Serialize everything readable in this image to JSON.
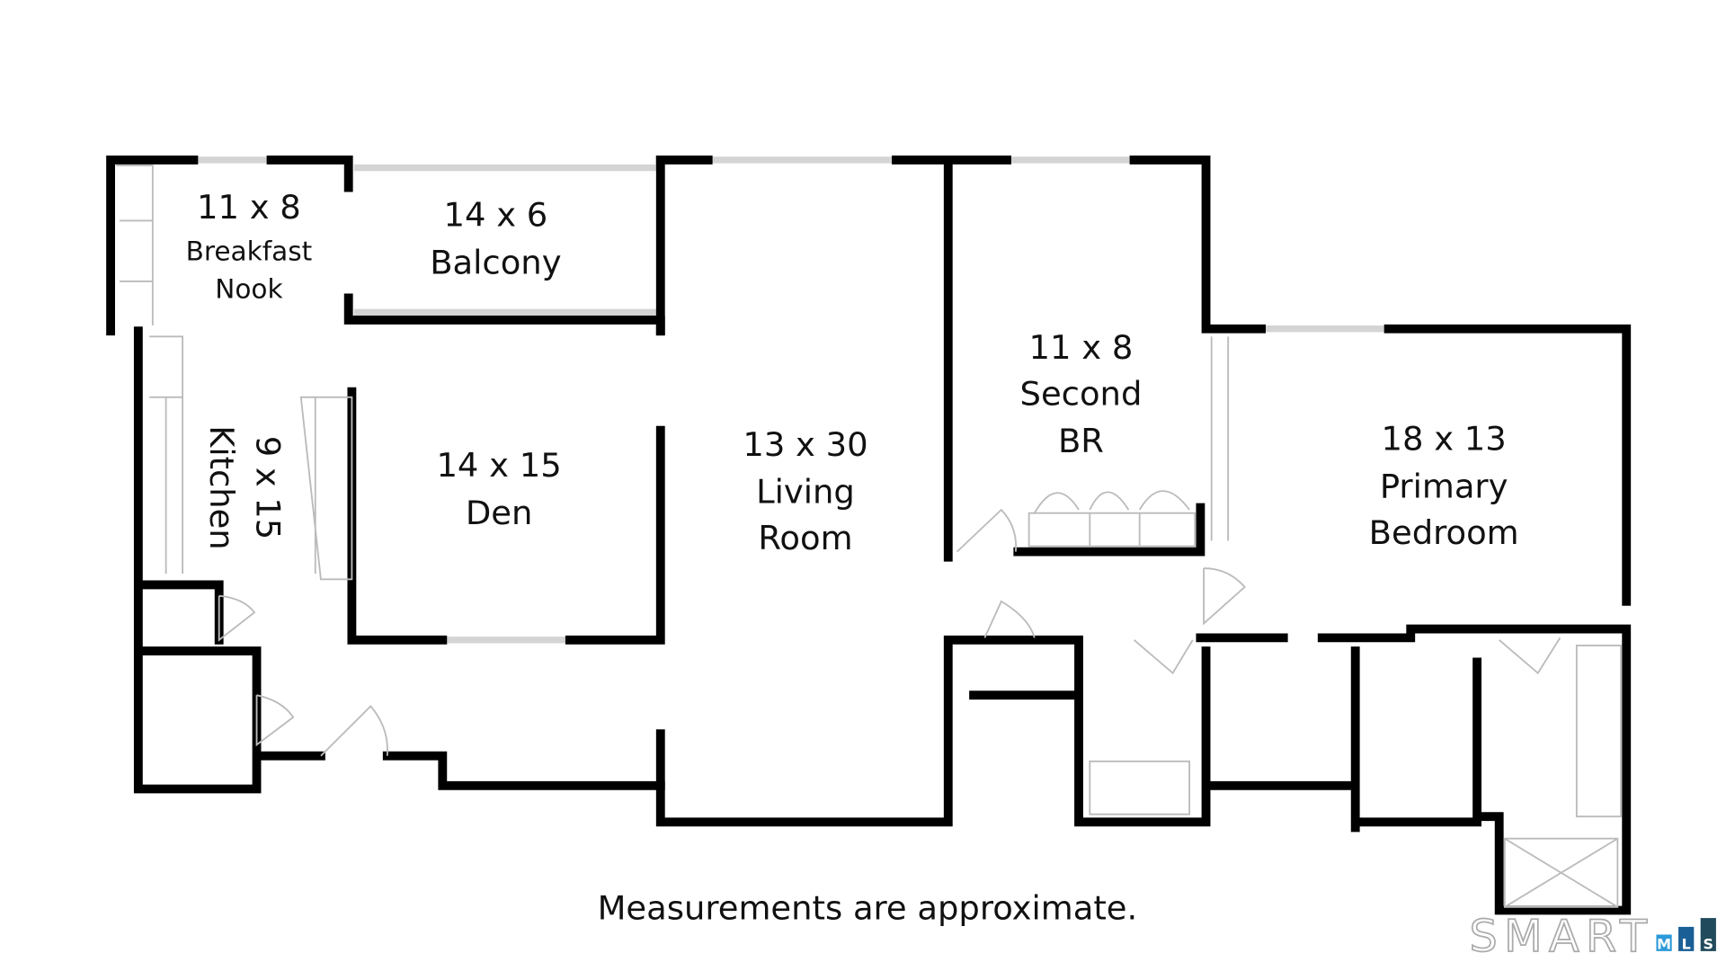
{
  "rooms": {
    "breakfast_nook": {
      "size": "11 x 8",
      "name1": "Breakfast",
      "name2": "Nook"
    },
    "balcony": {
      "size": "14 x 6",
      "name1": "Balcony"
    },
    "kitchen": {
      "size": "9 x 15",
      "name1": "Kitchen"
    },
    "den": {
      "size": "14 x 15",
      "name1": "Den"
    },
    "living_room": {
      "size": "13 x 30",
      "name1": "Living",
      "name2": "Room"
    },
    "second_br": {
      "size": "11 x 8",
      "name1": "Second",
      "name2": "BR"
    },
    "primary_bedroom": {
      "size": "18 x 13",
      "name1": "Primary",
      "name2": "Bedroom"
    }
  },
  "note": "Measurements are approximate.",
  "logo": {
    "word": "SMART",
    "letters": [
      "M",
      "L",
      "S"
    ],
    "colors": [
      "#2b9ad9",
      "#1a5f96",
      "#214b5c"
    ]
  }
}
